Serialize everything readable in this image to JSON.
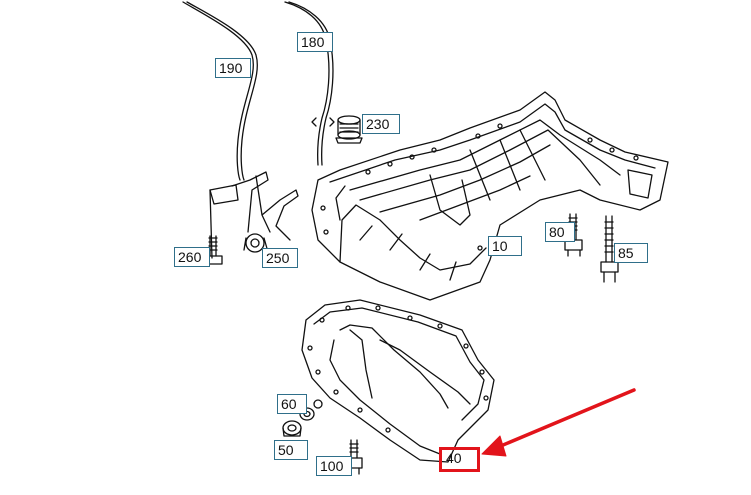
{
  "diagram": {
    "labels": {
      "l190": "190",
      "l180": "180",
      "l230": "230",
      "l260": "260",
      "l250": "250",
      "l10": "10",
      "l80": "80",
      "l85": "85",
      "l60": "60",
      "l50": "50",
      "l100": "100",
      "l40": "40"
    },
    "highlighted_part": "40",
    "colors": {
      "line": "#111111",
      "label_border": "#2f6f8a",
      "highlight": "#e2141b",
      "arrow": "#e2141b"
    }
  }
}
